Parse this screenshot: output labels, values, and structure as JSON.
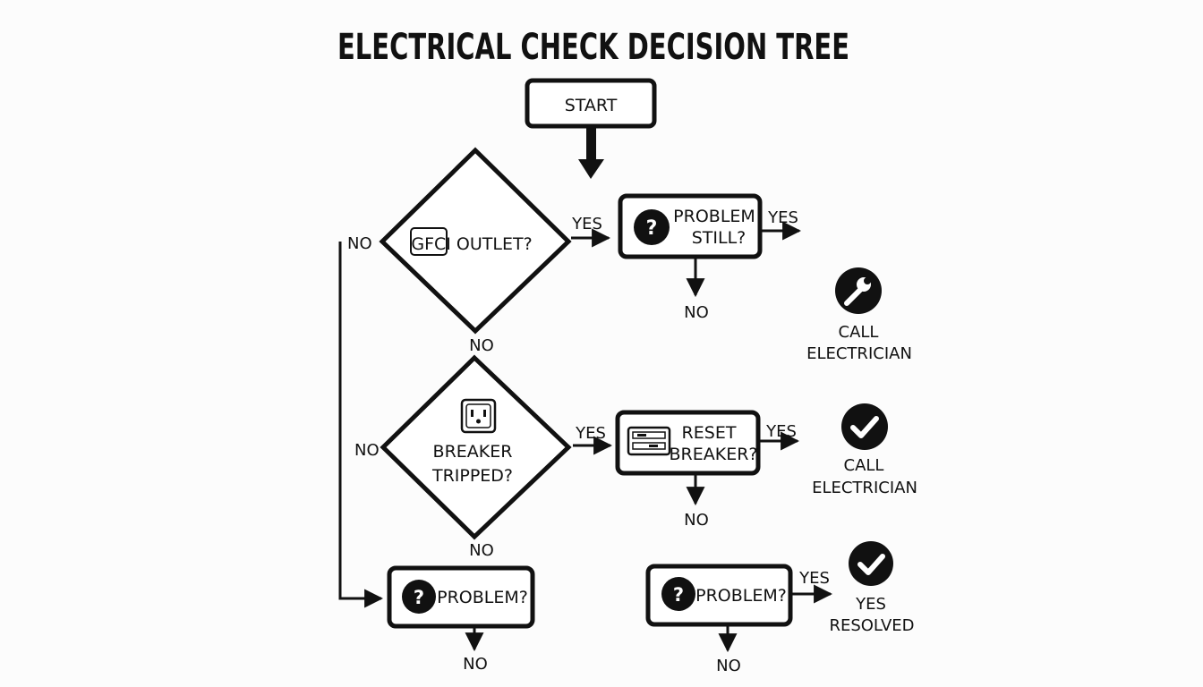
{
  "title": "ELECTRICAL CHECK DECISION TREE",
  "nodes": {
    "start": "START",
    "gfci": "GFCI OUTLET?",
    "problem_still": [
      "PROBLEM",
      "STILL?"
    ],
    "breaker": [
      "BREAKER",
      "TRIPPED?"
    ],
    "reset": [
      "RESET",
      "BREAKER?"
    ],
    "problem_left": "PROBLEM?",
    "problem_right": "PROBLEM?"
  },
  "outcomes": {
    "call_electrician_1": [
      "CALL",
      "ELECTRICIAN"
    ],
    "call_electrician_2": [
      "CALL",
      "ELECTRICIAN"
    ],
    "resolved": [
      "YES",
      "RESOLVED"
    ]
  },
  "labels": {
    "yes": "YES",
    "no": "NO"
  },
  "icons": {
    "question": "question-mark-icon",
    "wrench": "wrench-icon",
    "check": "check-icon",
    "outlet": "outlet-icon",
    "breaker_panel": "breaker-panel-icon"
  },
  "colors": {
    "ink": "#111111",
    "background": "#fcfcfc"
  }
}
